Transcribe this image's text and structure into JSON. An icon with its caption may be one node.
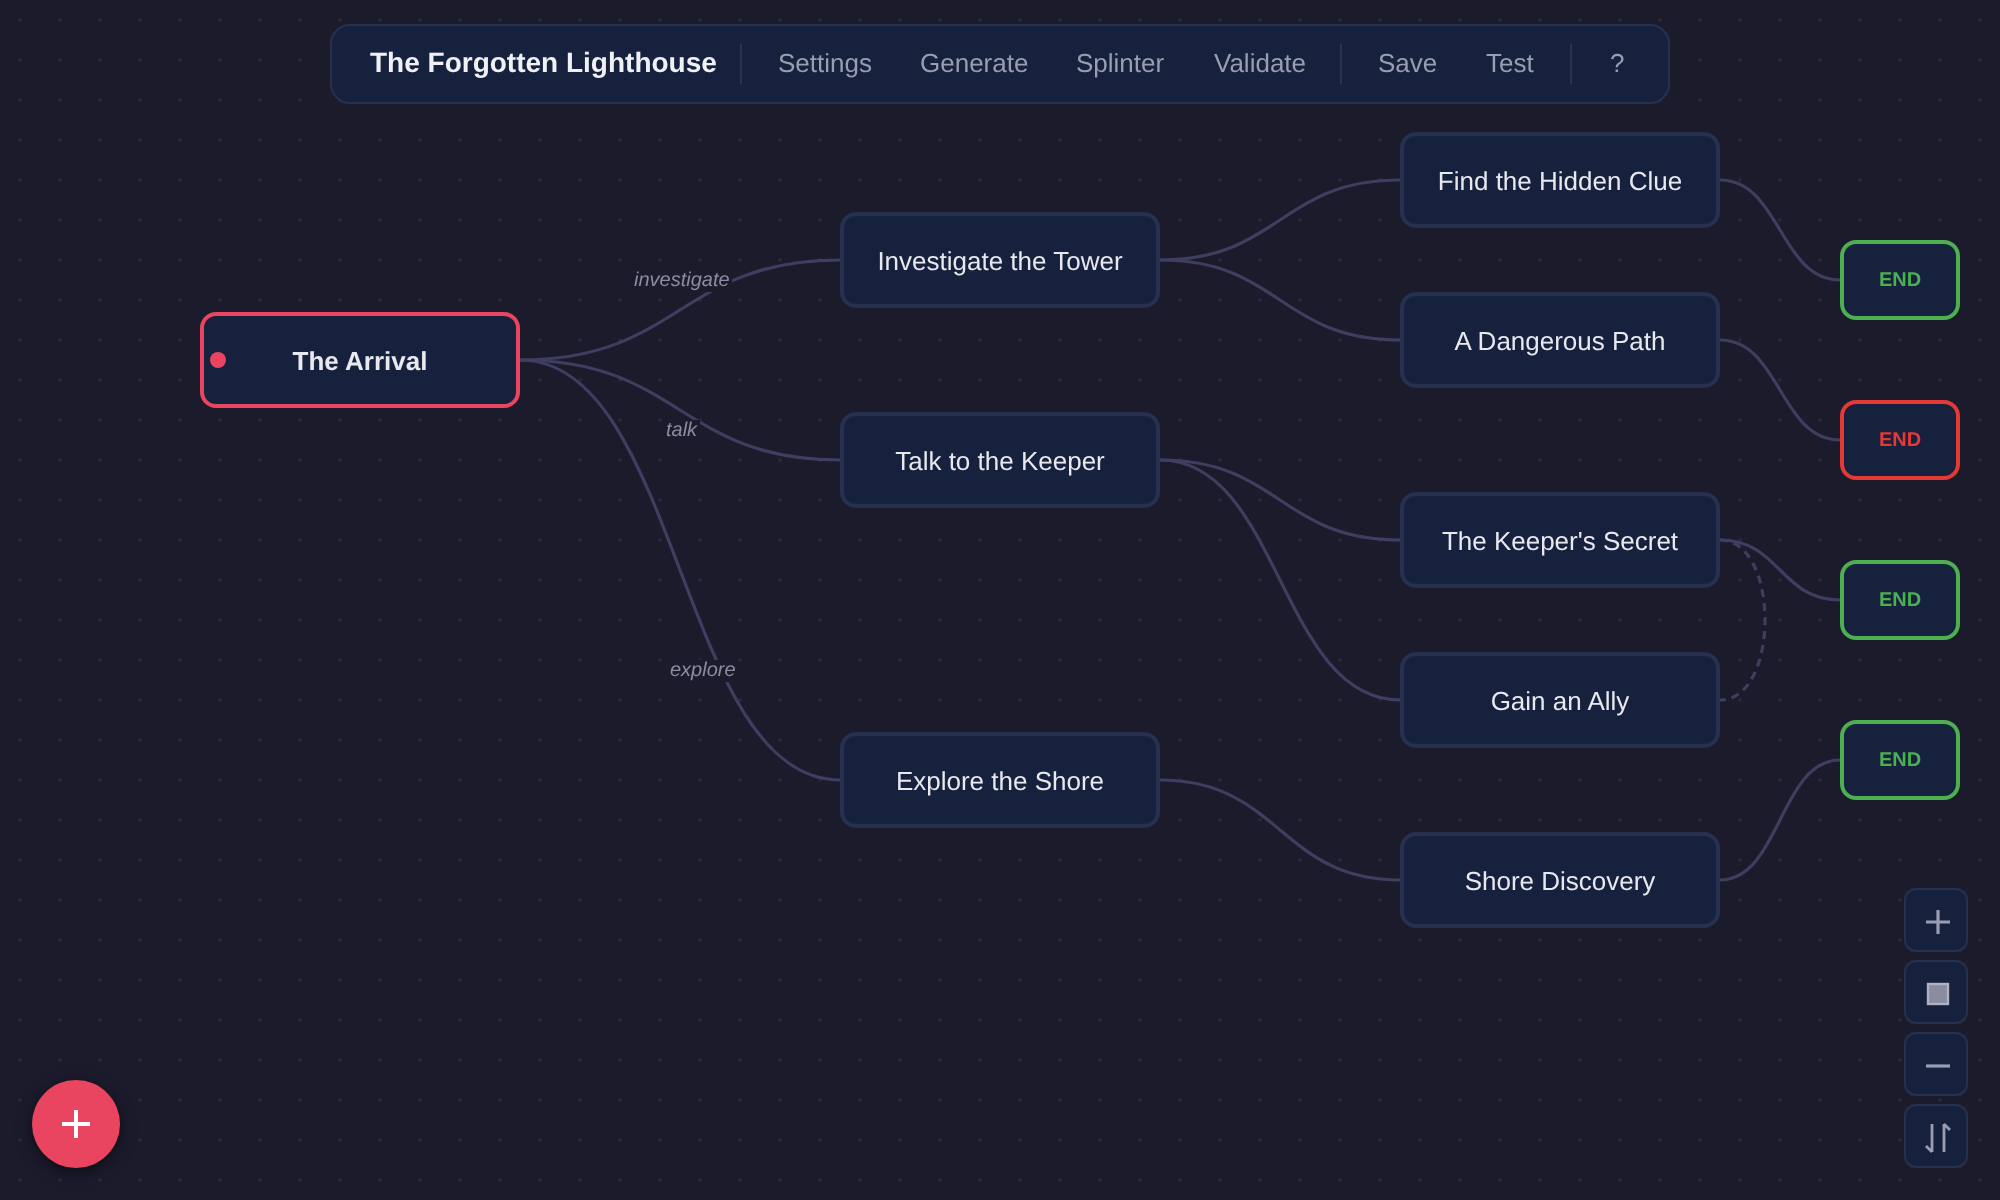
{
  "diagram": {
    "title": "The Forgotten Lighthouse",
    "nodes": [
      {
        "text": [
          "The Arrival"
        ]
      },
      {
        "text": [
          "Investigate the Tower"
        ]
      },
      {
        "text": [
          "Talk to the Keeper"
        ]
      },
      {
        "text": [
          "Explore the Shore"
        ]
      },
      {
        "text": [
          "Find the Hidden Clue"
        ]
      },
      {
        "text": [
          "A Dangerous Path"
        ]
      },
      {
        "text": [
          "The Keeper's Secret"
        ]
      },
      {
        "text": [
          "Gain an Ally"
        ]
      },
      {
        "text": [
          "Shore Discovery"
        ]
      },
      {
        "text": [
          "END"
        ]
      },
      {
        "text": [
          "END"
        ]
      },
      {
        "text": [
          "END"
        ]
      },
      {
        "text": [
          "END"
        ]
      }
    ],
    "edges": [
      {
        "from": 0,
        "to": 1,
        "arrow": "none",
        "label": "investigate"
      },
      {
        "from": 0,
        "to": 2,
        "arrow": "none",
        "label": "talk"
      },
      {
        "from": 0,
        "to": 3,
        "arrow": "none",
        "label": "explore"
      },
      {
        "from": 1,
        "to": 4,
        "arrow": "none"
      },
      {
        "from": 1,
        "to": 5,
        "arrow": "none"
      },
      {
        "from": 2,
        "to": 6,
        "arrow": "none"
      },
      {
        "from": 2,
        "to": 7,
        "arrow": "none"
      },
      {
        "from": 3,
        "to": 8,
        "arrow": "none"
      },
      {
        "from": 4,
        "to": 9,
        "arrow": "none"
      },
      {
        "from": 5,
        "to": 10,
        "arrow": "none"
      },
      {
        "from": 6,
        "to": 11,
        "arrow": "none"
      },
      {
        "from": 8,
        "to": 12,
        "arrow": "none"
      },
      {
        "from": 6,
        "to": 7,
        "arrow": "none",
        "style": "dashed"
      }
    ],
    "labels": [
      "Settings",
      "Generate",
      "Splinter",
      "Validate",
      "Save",
      "Test",
      "?"
    ]
  }
}
